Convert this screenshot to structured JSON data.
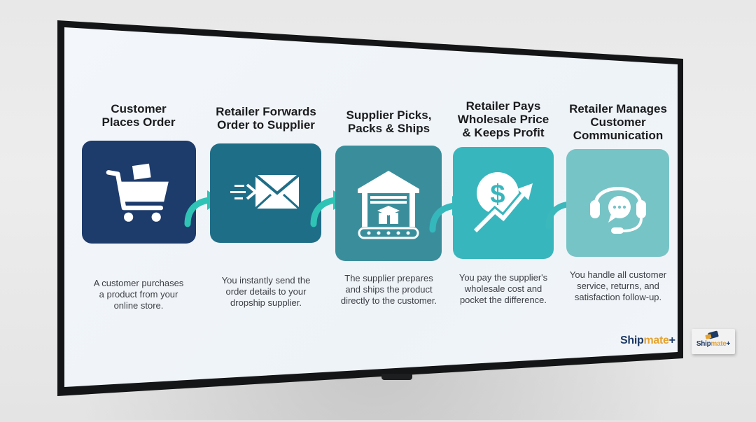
{
  "colors": {
    "step1": "#1d3b6b",
    "step2": "#1f6e88",
    "step3": "#3a8e9c",
    "step4": "#38b6bd",
    "step5": "#77c4c6",
    "connector_arrow": "#2fc3b6",
    "brand_dark": "#1d3a66",
    "brand_accent": "#e5a331"
  },
  "steps": [
    {
      "title_line1": "Customer",
      "title_line2": "Places Order",
      "title_line3": "",
      "icon": "shopping-cart-icon",
      "desc_line1": "A customer purchases",
      "desc_line2": "a product from your",
      "desc_line3": "online store."
    },
    {
      "title_line1": "Retailer Forwards",
      "title_line2": "Order to Supplier",
      "title_line3": "",
      "icon": "envelope-send-icon",
      "desc_line1": "You instantly send the",
      "desc_line2": "order details to your",
      "desc_line3": "dropship supplier."
    },
    {
      "title_line1": "Supplier Picks,",
      "title_line2": "Packs & Ships",
      "title_line3": "",
      "icon": "warehouse-box-icon",
      "desc_line1": "The supplier prepares",
      "desc_line2": "and ships the product",
      "desc_line3": "directly to the customer."
    },
    {
      "title_line1": "Retailer Pays",
      "title_line2": "Wholesale Price",
      "title_line3": "& Keeps Profit",
      "icon": "dollar-growth-icon",
      "desc_line1": "You pay the supplier's",
      "desc_line2": "wholesale cost and",
      "desc_line3": "pocket the difference."
    },
    {
      "title_line1": "Retailer Manages",
      "title_line2": "Customer",
      "title_line3": "Communication",
      "icon": "headset-chat-icon",
      "desc_line1": "You handle all customer",
      "desc_line2": "service, returns, and",
      "desc_line3": "satisfaction follow-up."
    }
  ],
  "brand": {
    "part1": "Ship",
    "part2": "mate",
    "part3": "+"
  },
  "plaque": {
    "part1": "Ship",
    "part2": "mate",
    "part3": "+"
  }
}
